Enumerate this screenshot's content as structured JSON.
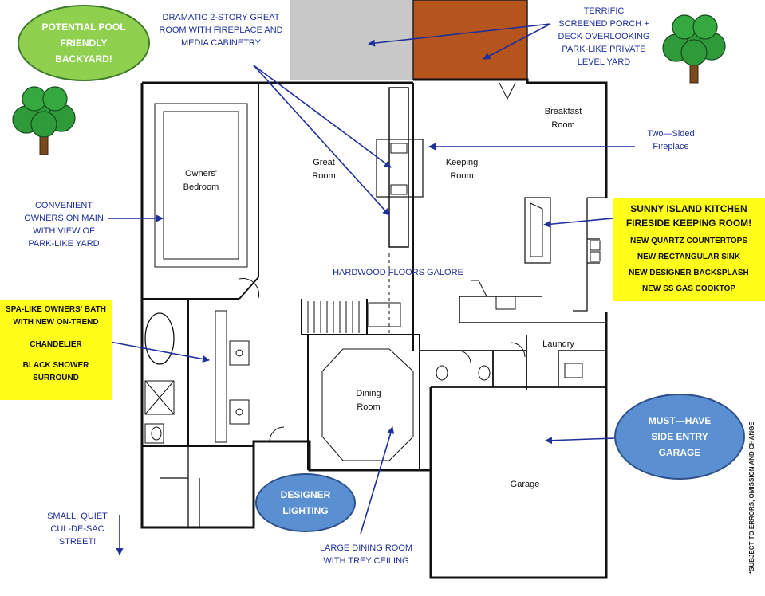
{
  "callouts": {
    "pool": "POTENTIAL POOL\nFRIENDLY\nBACKYARD!",
    "great_room": "DRAMATIC 2-STORY GREAT\nROOM WITH FIREPLACE AND\nMEDIA CABINETRY",
    "porch": "TERRIFIC\nSCREENED PORCH +\nDECK OVERLOOKING\nPARK-LIKE PRIVATE\nLEVEL YARD",
    "two_sided": "Two—Sided\nFireplace",
    "owners_main": "CONVENIENT\nOWNERS ON MAIN\nWITH VIEW OF\nPARK-LIKE YARD",
    "hardwood": "HARDWOOD FLOORS GALORE",
    "small_street": "SMALL, QUIET\nCUL-DE-SAC\nSTREET!",
    "designer_lighting": "DESIGNER\nLIGHTING",
    "dining_large": "LARGE DINING ROOM\nWITH TREY CEILING",
    "side_entry": "MUST—HAVE\nSIDE ENTRY\nGARAGE"
  },
  "kitchen_box": {
    "line1": "SUNNY ISLAND KITCHEN",
    "line2": "FIRESIDE KEEPING ROOM!",
    "items": [
      "NEW QUARTZ COUNTERTOPS",
      "NEW RECTANGULAR SINK",
      "NEW DESIGNER BACKSPLASH",
      "NEW SS GAS COOKTOP"
    ]
  },
  "bath_box": {
    "line1": "SPA-LIKE OWNERS' BATH",
    "line2": "WITH NEW ON-TREND",
    "line3": "CHANDELIER",
    "line4": "BLACK SHOWER",
    "line5": "SURROUND"
  },
  "rooms": {
    "owners_bedroom": "Owners'\nBedroom",
    "great_room": "Great\nRoom",
    "keeping_room": "Keeping\nRoom",
    "breakfast_room": "Breakfast\nRoom",
    "laundry": "Laundry",
    "dining_room": "Dining\nRoom",
    "garage": "Garage"
  },
  "disclaimer": "*SUBJECT TO ERRORS, OMISSION AND CHANGE",
  "colors": {
    "callout_text": "#1f2f9c",
    "arrow": "#1f2f9c",
    "yellow": "#ffff1a",
    "green_ellipse": "#8fd14f",
    "blue_ellipse": "#5a8fd2",
    "porch_gray": "#c8c8c8",
    "deck_brown": "#b5541c",
    "tree_green": "#2f9a3a"
  }
}
